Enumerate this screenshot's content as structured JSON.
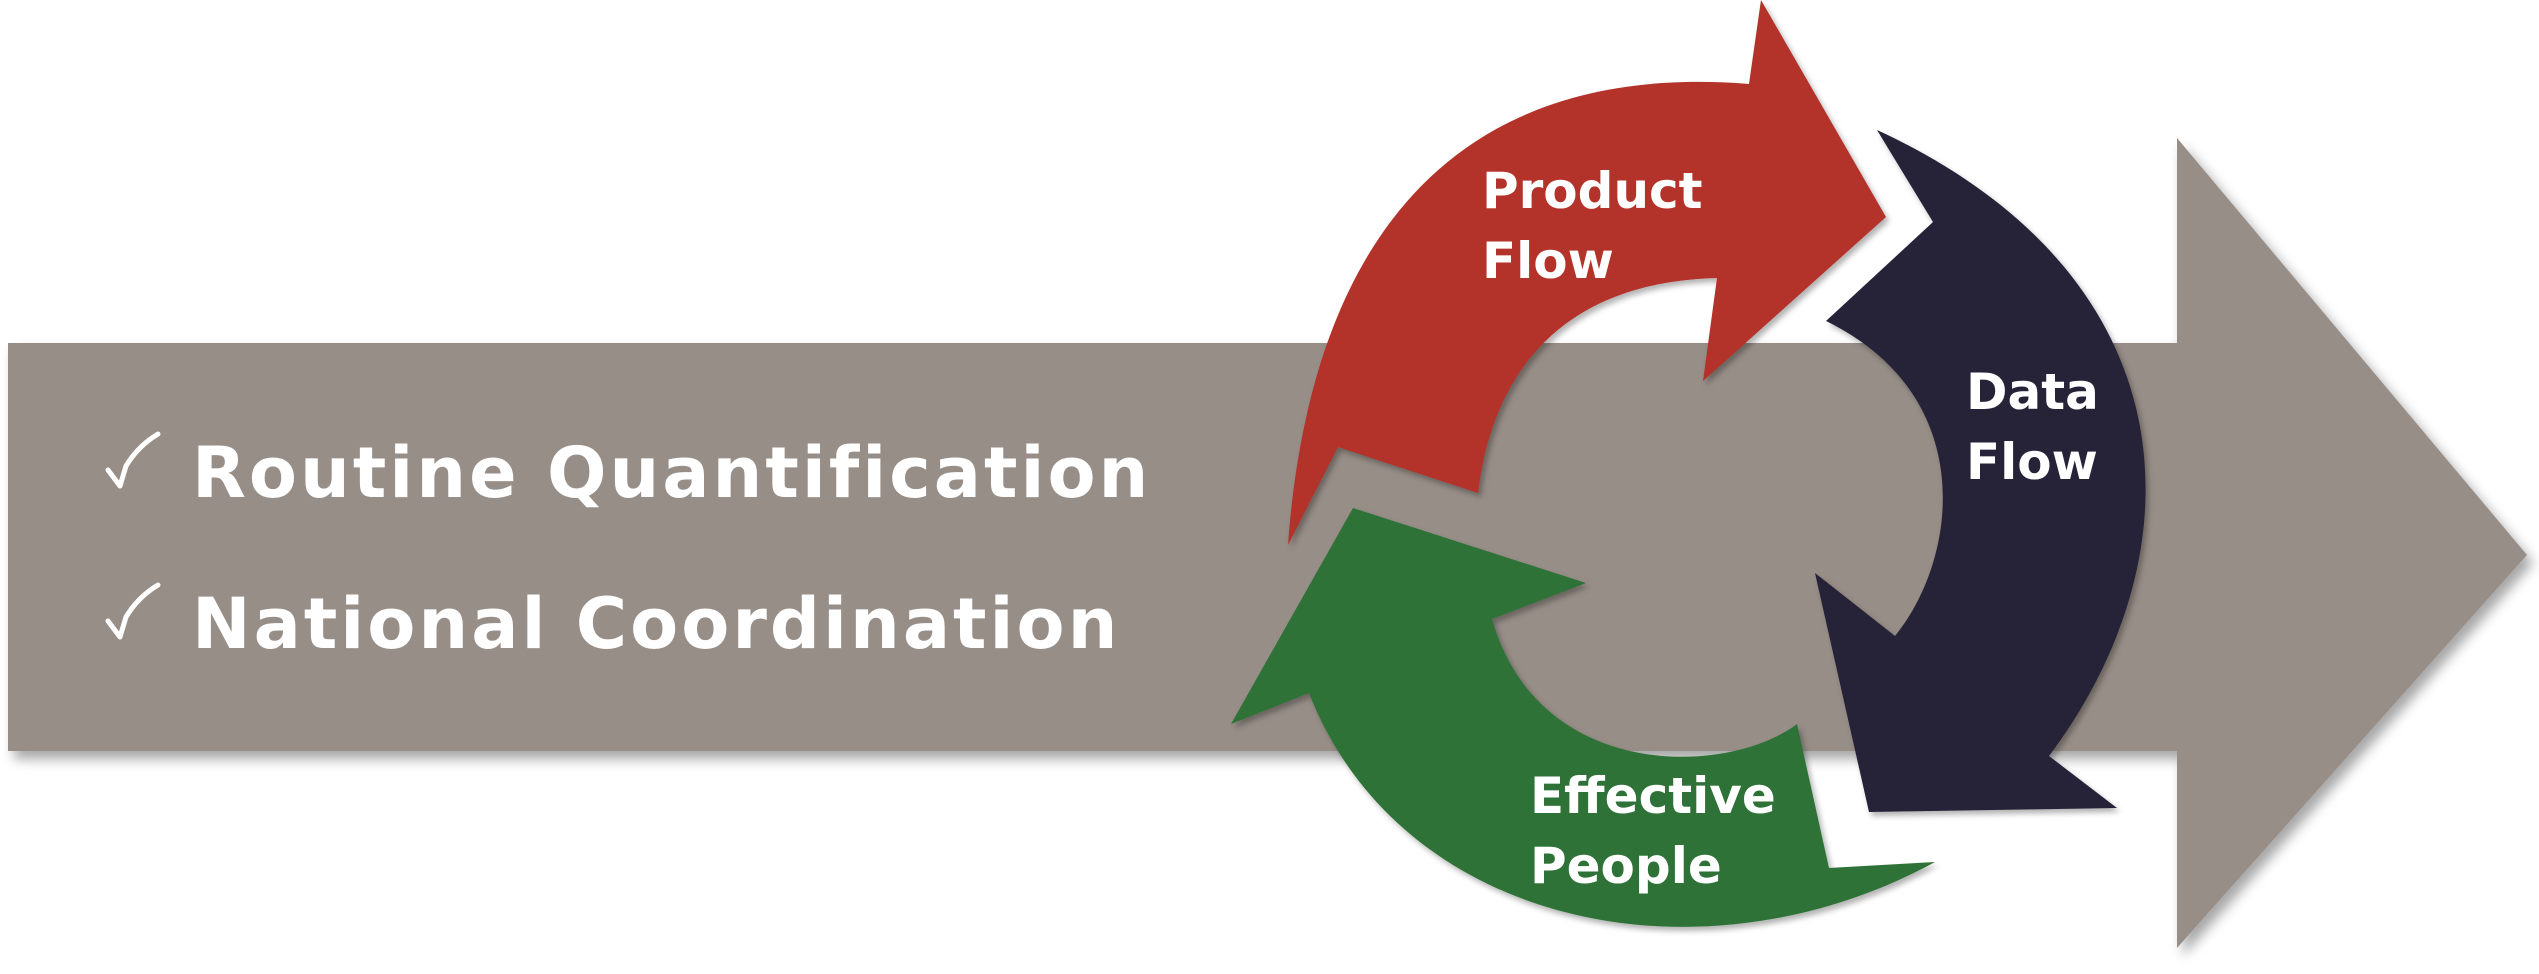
{
  "main_arrow": {
    "items": [
      {
        "label": "Routine Quantification",
        "check_icon": "checkmark-icon"
      },
      {
        "label": "National Coordination",
        "check_icon": "checkmark-icon"
      }
    ]
  },
  "cycle": {
    "segments": [
      {
        "line1": "Product",
        "line2": "Flow",
        "color": "#B3302B"
      },
      {
        "line1": "Data",
        "line2": "Flow",
        "color": "#262437"
      },
      {
        "line1": "Effective",
        "line2": "People",
        "color": "#2D7237"
      }
    ]
  },
  "colors": {
    "main_arrow": "#978E87",
    "text": "#FFFFFF"
  }
}
